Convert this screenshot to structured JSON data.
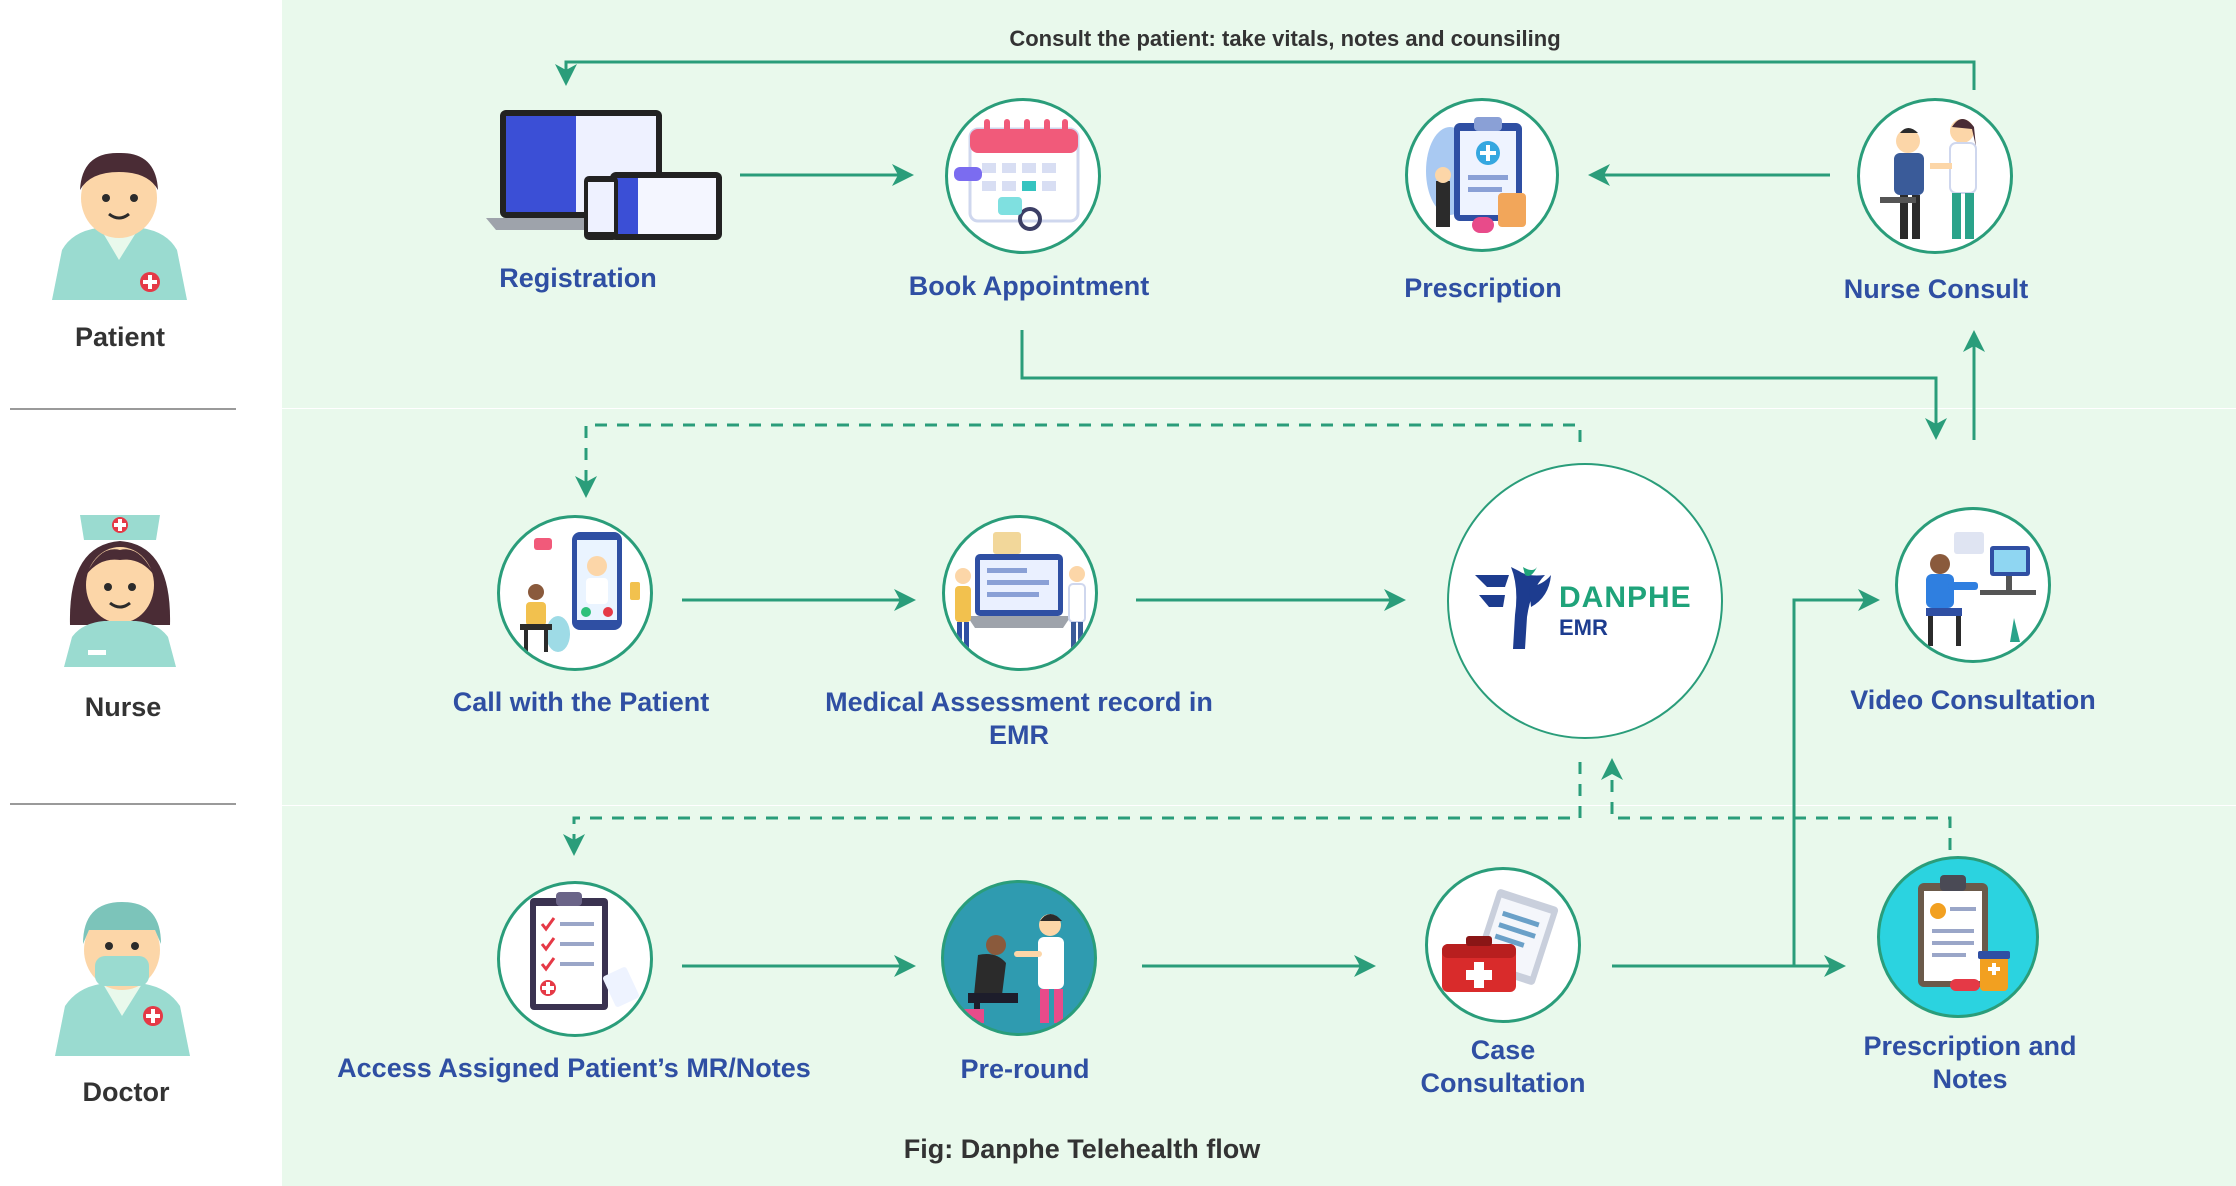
{
  "roles": {
    "patient": "Patient",
    "nurse": "Nurse",
    "doctor": "Doctor"
  },
  "top_caption": "Consult the patient: take vitals, notes and counsiling",
  "nodes": {
    "registration": "Registration",
    "book_appointment": "Book Appointment",
    "prescription": "Prescription",
    "nurse_consult": "Nurse Consult",
    "call_patient": "Call with the Patient",
    "medical_assessment": "Medical Assessment record in EMR",
    "video_consultation": "Video Consultation",
    "access_notes": "Access Assigned Patient’s MR/Notes",
    "pre_round": "Pre-round",
    "case_consultation_1": "Case",
    "case_consultation_2": "Consultation",
    "prescription_notes_1": "Prescription and",
    "prescription_notes_2": "Notes"
  },
  "emr_logo": {
    "line1": "DANPHE",
    "line2": "EMR"
  },
  "figure_caption": "Fig: Danphe Telehealth flow",
  "colors": {
    "lane_bg": "#e9f9ec",
    "arrow": "#2a9d7a",
    "label": "#2f4fa3",
    "logo_navy": "#1d3c8f",
    "logo_green": "#1fa37a"
  }
}
